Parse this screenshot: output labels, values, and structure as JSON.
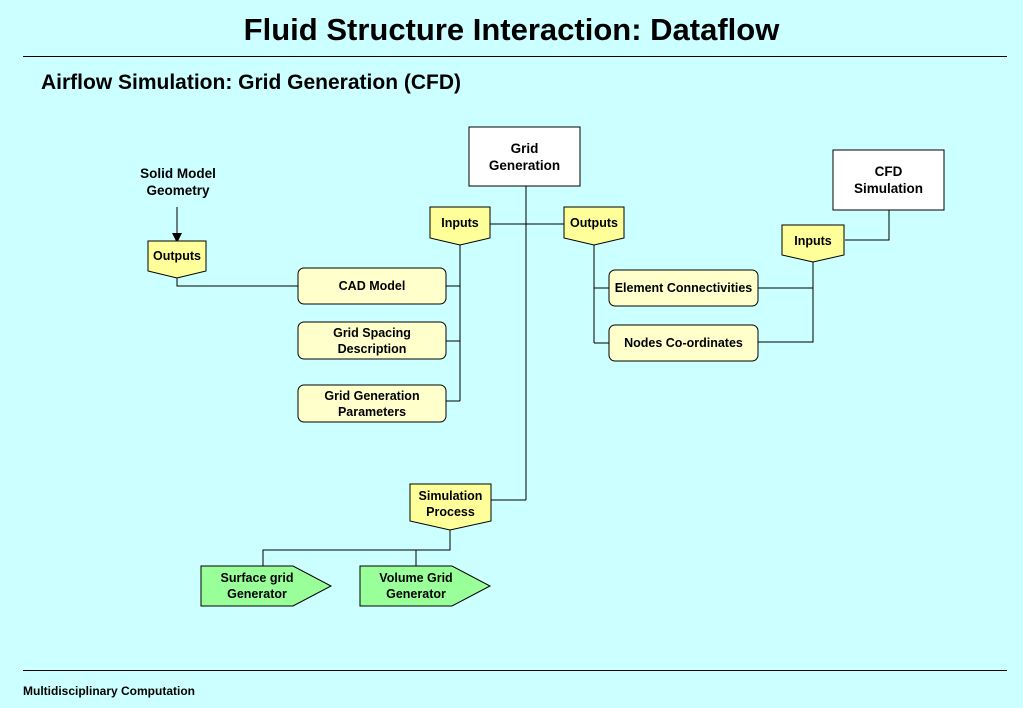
{
  "header": {
    "title": "Fluid Structure Interaction: Dataflow",
    "subtitle": "Airflow Simulation: Grid Generation (CFD)"
  },
  "footer": {
    "text": "Multidisciplinary Computation"
  },
  "diagram": {
    "solid_model": "Solid Model\nGeometry",
    "grid_generation": "Grid\nGeneration",
    "cfd_simulation": "CFD\nSimulation",
    "outputs_left": "Outputs",
    "inputs_center": "Inputs",
    "outputs_center": "Outputs",
    "inputs_right": "Inputs",
    "cad_model": "CAD Model",
    "grid_spacing": "Grid Spacing\nDescription",
    "grid_params": "Grid Generation\nParameters",
    "element_connectivities": "Element Connectivities",
    "nodes_coordinates": "Nodes Co-ordinates",
    "simulation_process": "Simulation\nProcess",
    "surface_grid": "Surface grid\nGenerator",
    "volume_grid": "Volume Grid\nGenerator"
  },
  "colors": {
    "background": "#ccffff",
    "data_box": "#ffffcc",
    "tag": "#ffff99",
    "generator": "#99ff99",
    "process_box": "#ffffff"
  }
}
